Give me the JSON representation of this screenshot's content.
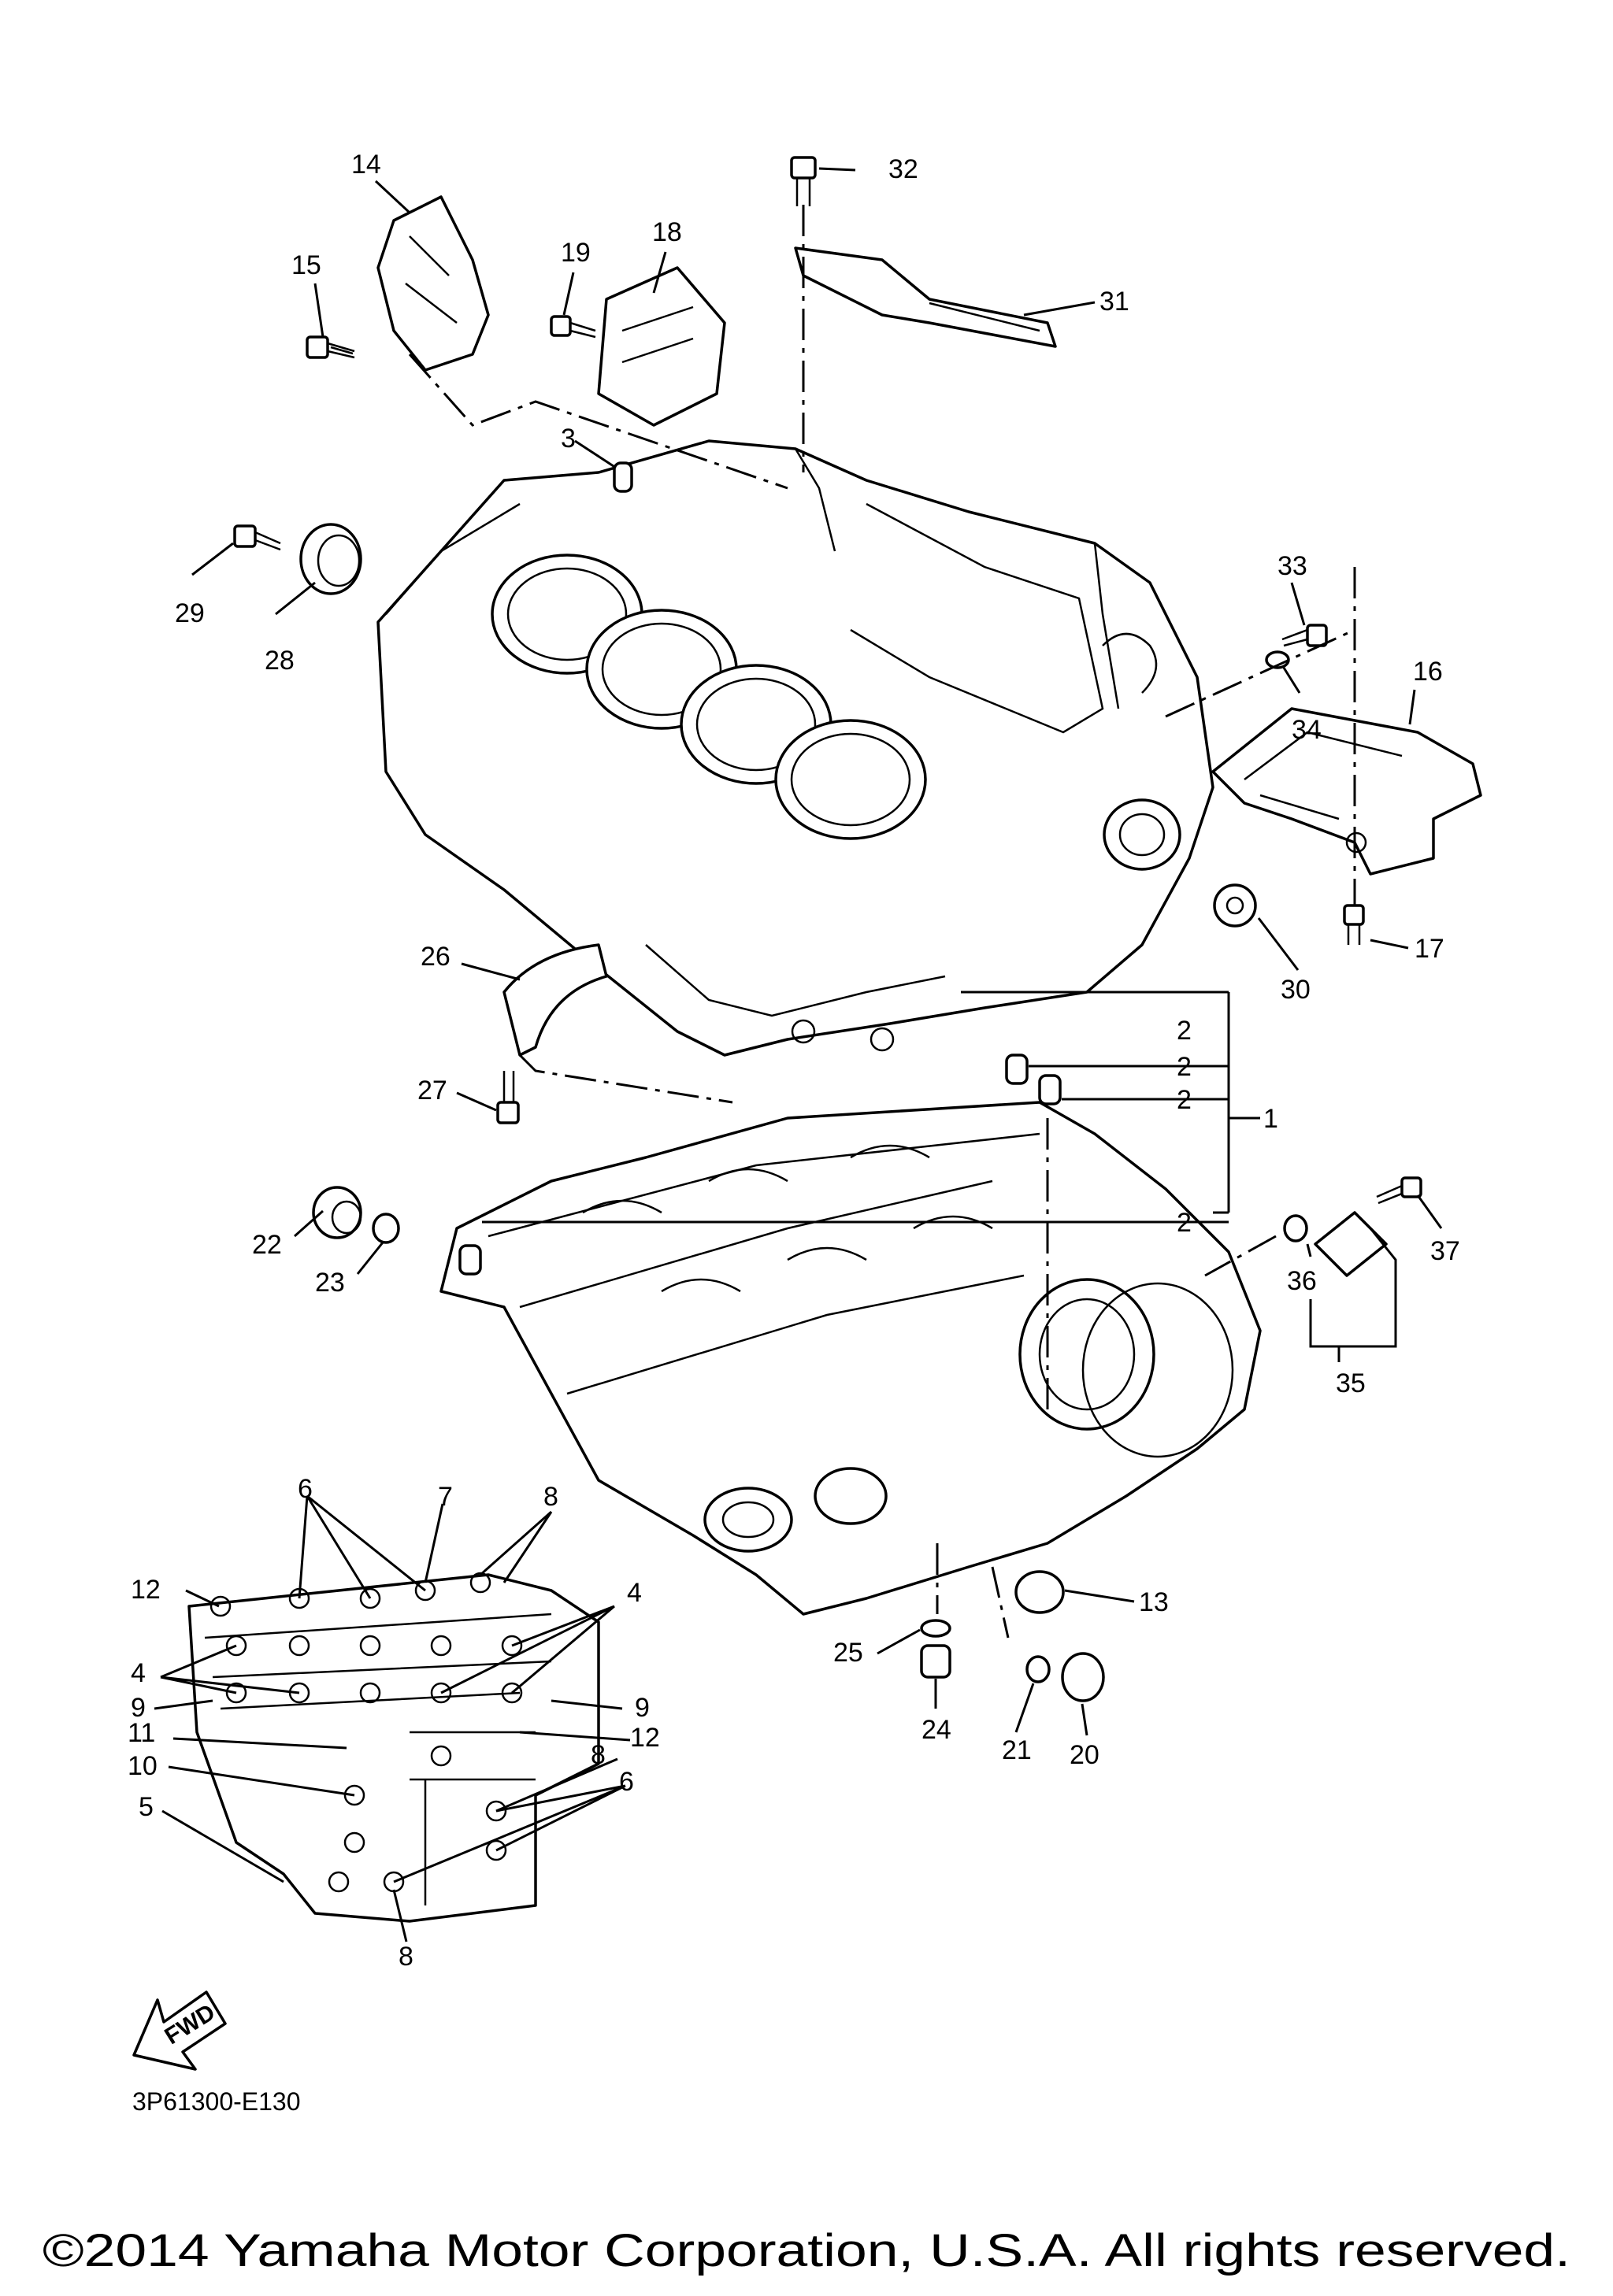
{
  "diagram": {
    "callouts": [
      "1",
      "2",
      "2",
      "2",
      "2",
      "3",
      "4",
      "4",
      "5",
      "6",
      "6",
      "7",
      "8",
      "8",
      "8",
      "9",
      "9",
      "10",
      "11",
      "12",
      "12",
      "13",
      "14",
      "15",
      "16",
      "17",
      "18",
      "19",
      "20",
      "21",
      "22",
      "23",
      "24",
      "25",
      "26",
      "27",
      "28",
      "29",
      "30",
      "31",
      "32",
      "33",
      "34",
      "35",
      "36",
      "37"
    ],
    "fwd_label": "FWD",
    "drawing_code": "3P61300-E130",
    "copyright": "©2014 Yamaha Motor Corporation, U.S.A. All rights reserved."
  }
}
